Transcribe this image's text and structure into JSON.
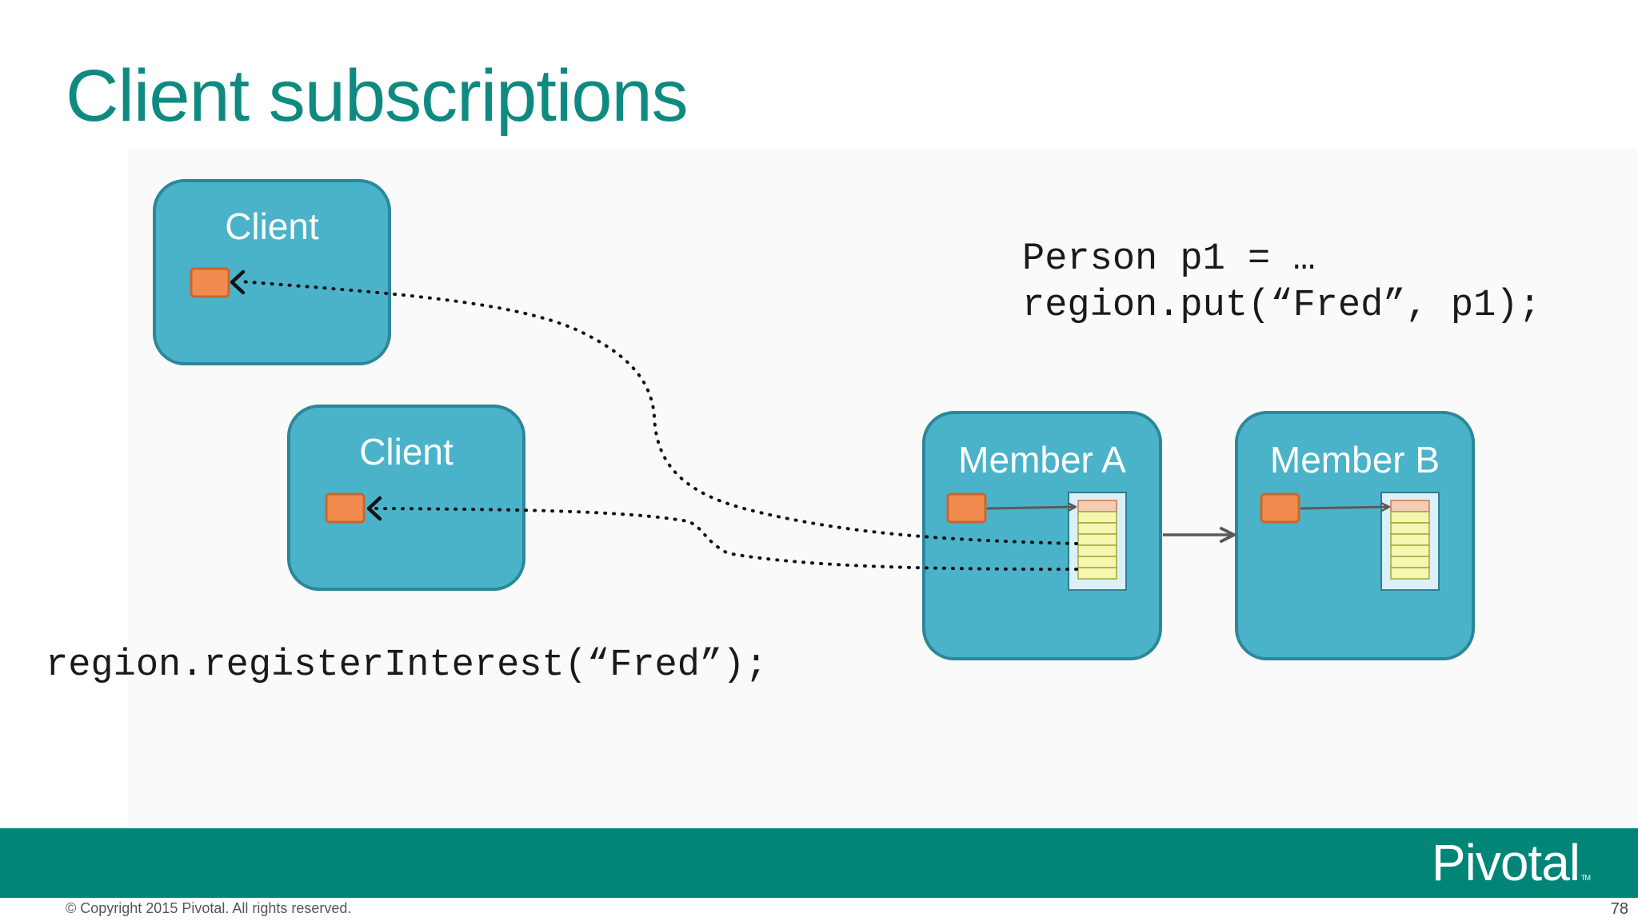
{
  "slide": {
    "title": "Client subscriptions",
    "client_top_label": "Client",
    "client_bottom_label": "Client",
    "member_a_label": "Member A",
    "member_b_label": "Member B",
    "code_put_line1": "Person p1 = …",
    "code_put_line2": "region.put(“Fred”, p1);",
    "code_register": "region.registerInterest(“Fred”);"
  },
  "footer": {
    "logo_text": "Pivotal",
    "logo_tm": "TM",
    "copyright": "© Copyright 2015 Pivotal. All rights reserved.",
    "page_number": "78"
  },
  "colors": {
    "title": "#0f8a81",
    "box_fill": "#4ab3c9",
    "box_border": "#2b8799",
    "entry_fill": "#f28c4e",
    "queue_fill": "#f5f7b0",
    "footer_bar": "#008577"
  }
}
